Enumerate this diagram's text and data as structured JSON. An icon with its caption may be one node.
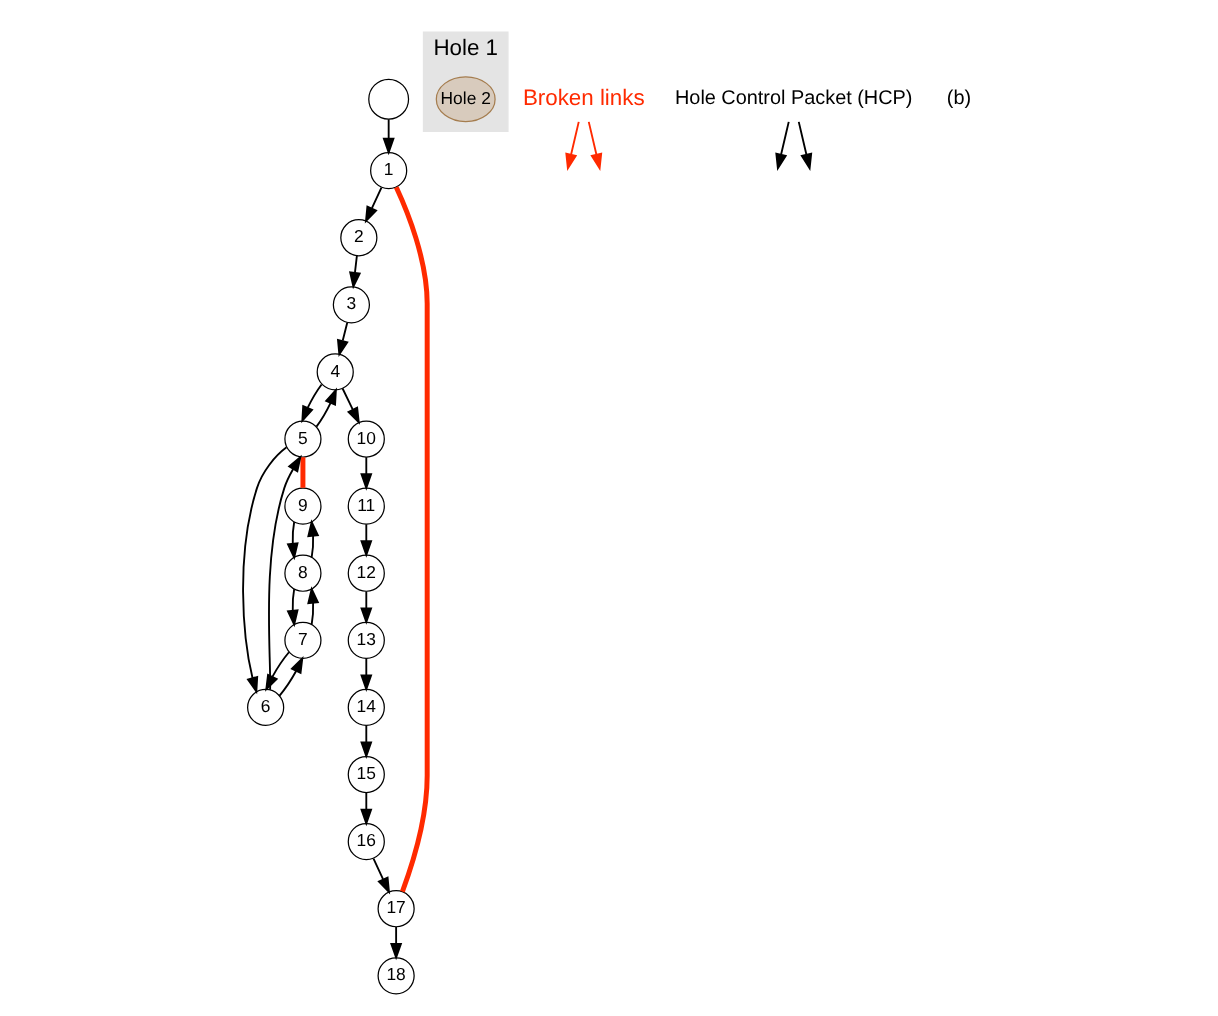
{
  "diagram": {
    "nodes": [
      {
        "text": [
          "1"
        ]
      },
      {
        "text": [
          "2"
        ]
      },
      {
        "text": [
          "3"
        ]
      },
      {
        "text": [
          "4"
        ]
      },
      {
        "text": [
          "5"
        ]
      },
      {
        "text": [
          "6"
        ]
      },
      {
        "text": [
          "7"
        ]
      },
      {
        "text": [
          "8"
        ]
      },
      {
        "text": [
          "9"
        ]
      },
      {
        "text": [
          "10"
        ]
      },
      {
        "text": [
          "11"
        ]
      },
      {
        "text": [
          "12"
        ]
      },
      {
        "text": [
          "13"
        ]
      },
      {
        "text": [
          "14"
        ]
      },
      {
        "text": [
          "15"
        ]
      },
      {
        "text": [
          "16"
        ]
      },
      {
        "text": [
          "17"
        ]
      },
      {
        "text": [
          "18"
        ]
      },
      {
        "text": [],
        "shape": "circle"
      },
      {
        "text": [
          "Hole 1"
        ]
      },
      {
        "text": [
          "Hole 2"
        ],
        "in": 19
      },
      {
        "text": [
          "Broken links"
        ]
      },
      {
        "text": [
          "Hole Control Packet (HCP)"
        ]
      }
    ],
    "edges": [
      {
        "from": 18,
        "to": 0,
        "arrow": "to"
      },
      {
        "from": 0,
        "to": 1,
        "arrow": "to"
      },
      {
        "from": 1,
        "to": 2,
        "arrow": "to"
      },
      {
        "from": 2,
        "to": 3,
        "arrow": "to"
      },
      {
        "from": 3,
        "to": 9,
        "arrow": "to"
      },
      {
        "from": 9,
        "to": 10,
        "arrow": "to"
      },
      {
        "from": 10,
        "to": 11,
        "arrow": "to"
      },
      {
        "from": 11,
        "to": 12,
        "arrow": "to"
      },
      {
        "from": 12,
        "to": 13,
        "arrow": "to"
      },
      {
        "from": 13,
        "to": 14,
        "arrow": "to"
      },
      {
        "from": 14,
        "to": 15,
        "arrow": "to"
      },
      {
        "from": 15,
        "to": 16,
        "arrow": "to"
      },
      {
        "from": 16,
        "to": 17,
        "arrow": "to"
      },
      {
        "from": 16,
        "to": 0,
        "arrow": "none",
        "style": "thick",
        "color": "#ff2a00"
      },
      {
        "from": 4,
        "to": 8,
        "arrow": "none",
        "style": "thick",
        "color": "#ff2a00"
      },
      {
        "from": 3,
        "to": 4,
        "arrow": "to"
      },
      {
        "from": 4,
        "to": 3,
        "arrow": "to"
      },
      {
        "from": 4,
        "to": 5,
        "arrow": "to"
      },
      {
        "from": 5,
        "to": 4,
        "arrow": "to"
      },
      {
        "from": 5,
        "to": 6,
        "arrow": "to"
      },
      {
        "from": 6,
        "to": 5,
        "arrow": "to"
      },
      {
        "from": 6,
        "to": 7,
        "arrow": "to"
      },
      {
        "from": 7,
        "to": 6,
        "arrow": "to"
      },
      {
        "from": 7,
        "to": 8,
        "arrow": "to"
      },
      {
        "from": 8,
        "to": 7,
        "arrow": "to"
      },
      {
        "from": 21,
        "to": null,
        "arrow": "to",
        "color": "#ff2a00"
      },
      {
        "from": 21,
        "to": null,
        "arrow": "to",
        "color": "#ff2a00"
      },
      {
        "from": 22,
        "to": null,
        "arrow": "to"
      },
      {
        "from": 22,
        "to": null,
        "arrow": "to"
      }
    ],
    "labels": [
      "(b)"
    ]
  }
}
